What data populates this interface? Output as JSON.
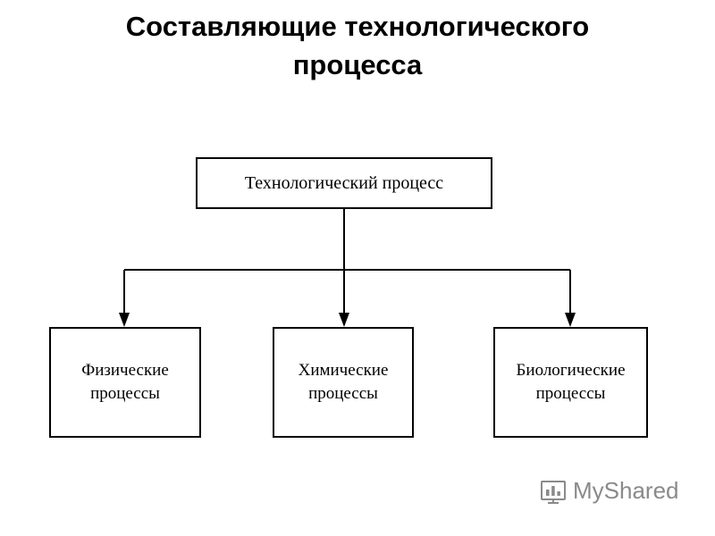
{
  "page": {
    "title": "Составляющие технологического\nпроцесса",
    "background_color": "#ffffff",
    "text_color": "#000000"
  },
  "diagram": {
    "type": "tree",
    "root": {
      "id": "root",
      "label": "Технологический процесс"
    },
    "children": [
      {
        "id": "physical",
        "label": "Физические\nпроцессы"
      },
      {
        "id": "chemical",
        "label": "Химические\nпроцессы"
      },
      {
        "id": "biological",
        "label": "Биологические\nпроцессы"
      }
    ],
    "connector_color": "#000000"
  },
  "watermark": {
    "text": "MyShared",
    "icon": "presentation-chart-icon",
    "color": "#8a8a8a"
  }
}
